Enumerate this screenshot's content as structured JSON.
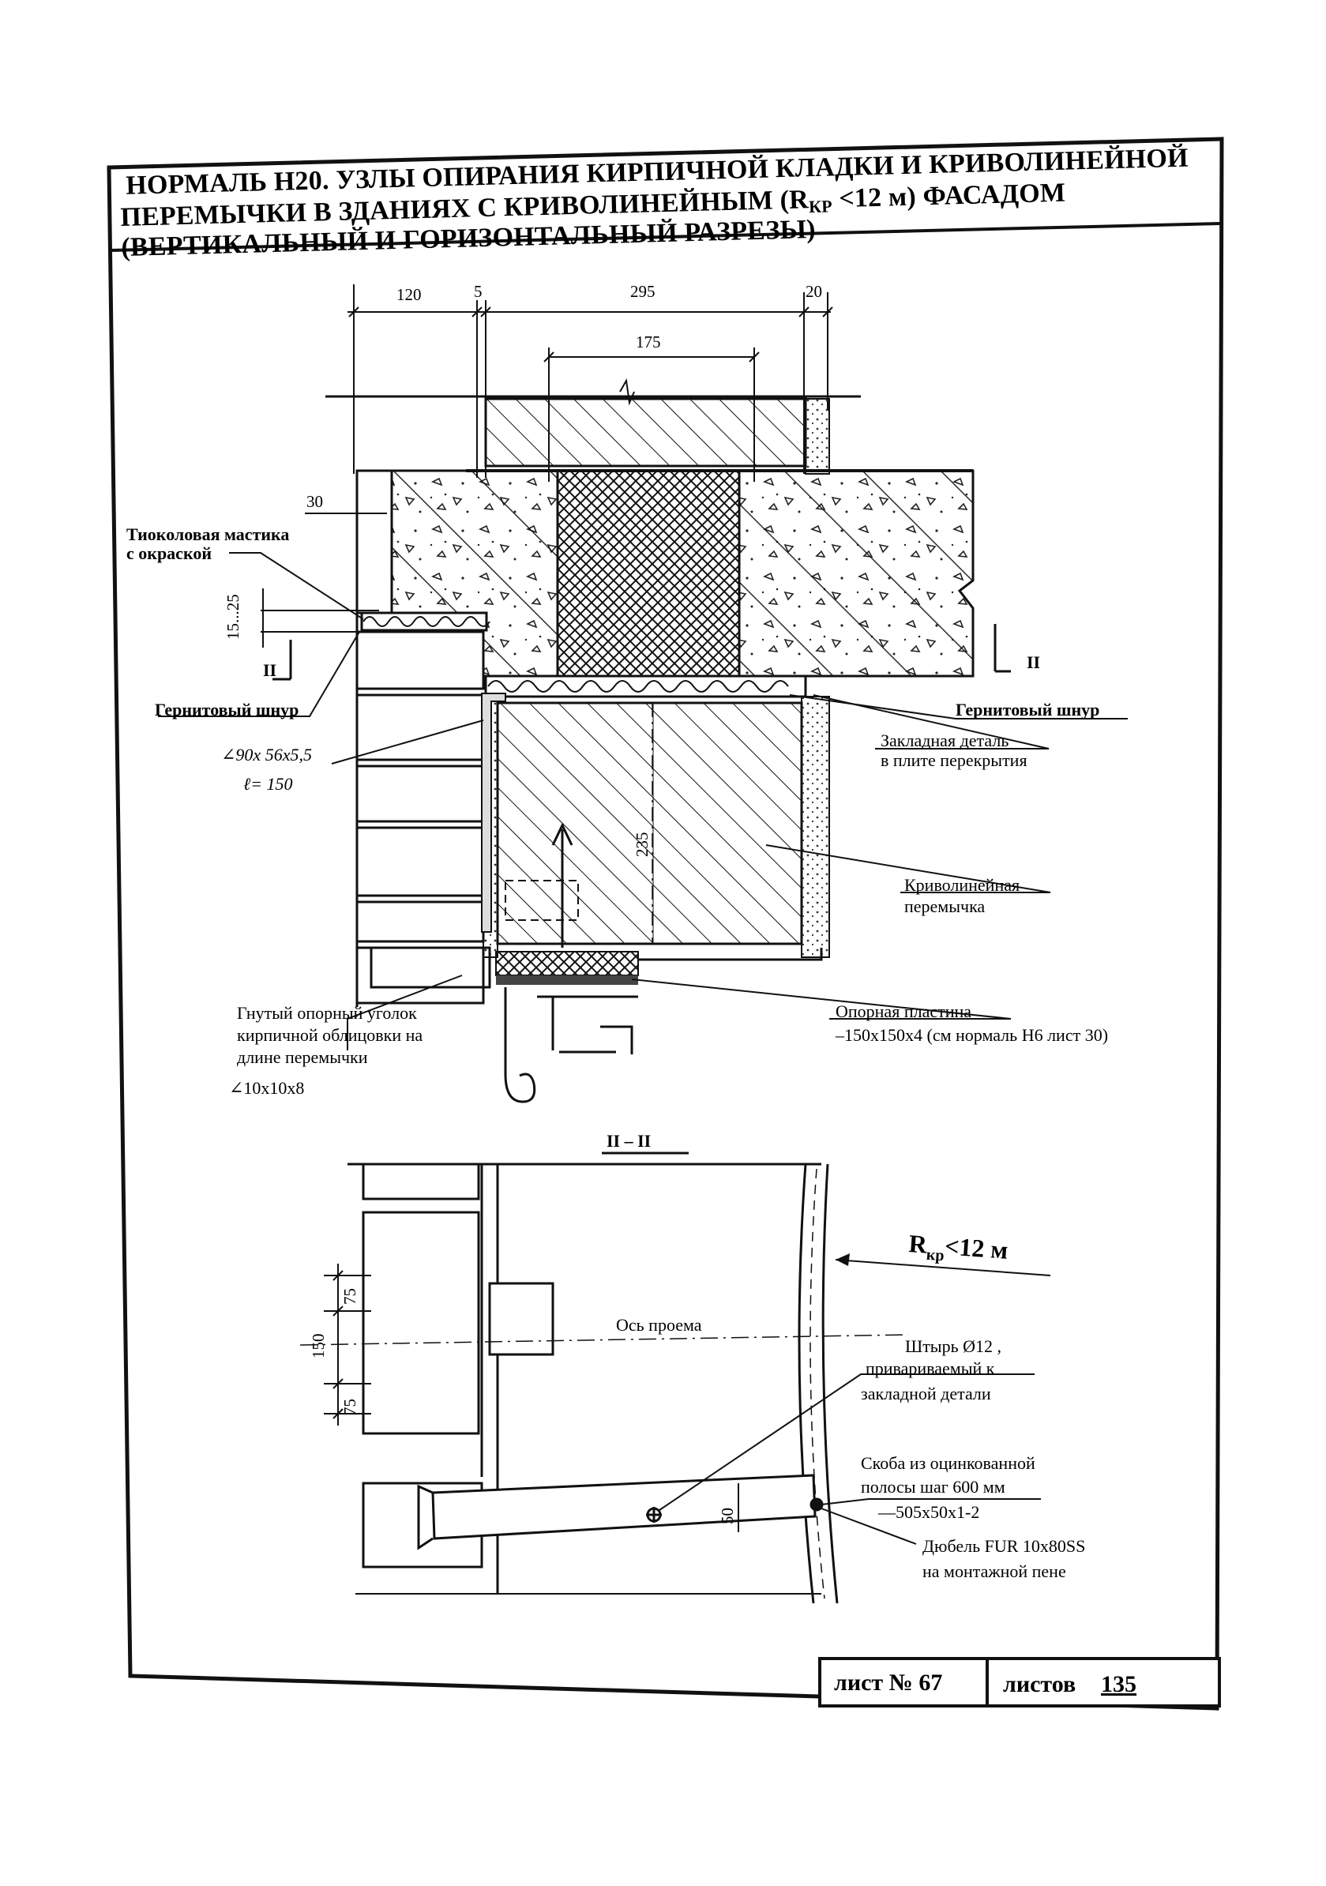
{
  "title": {
    "line1": "НОРМАЛЬ Н20. УЗЛЫ ОПИРАНИЯ КИРПИЧНОЙ КЛАДКИ И КРИВОЛИНЕЙНОЙ",
    "line2_pre": "ПЕРЕМЫЧКИ В ЗДАНИЯХ С КРИВОЛИНЕЙНЫМ (R",
    "line2_sub": "КР",
    "line2_post": " <12 м) ФАСАДОМ",
    "line3": "(ВЕРТИКАЛЬНЫЙ И ГОРИЗОНТАЛЬНЫЙ РАЗРЕЗЫ)"
  },
  "section_vertical": {
    "dims": {
      "d120": "120",
      "d5": "5",
      "d295": "295",
      "d20": "20",
      "d175": "175",
      "d30": "30",
      "d15_25": "15...25",
      "d235": "235"
    },
    "cut_mark": "II",
    "labels": {
      "mastic_1": "Тиоколовая мастика",
      "mastic_2": "с окраской",
      "cord_left": "Гернитовый шнур",
      "cord_right": "Гернитовый шнур",
      "angle_1": "∠90х 56х5,5",
      "angle_2": "ℓ= 150",
      "embedded_1": "Закладная деталь",
      "embedded_2": "в плите перекрытия",
      "lintel_1": "Криволинейная",
      "lintel_2": "перемычка",
      "bent_1": "Гнутый опорный уголок",
      "bent_2": "кирпичной облицовки на",
      "bent_3": "длине перемычки",
      "bent_4": "∠10х10х8",
      "plate_1": "Опорная пластина",
      "plate_2": "–150х150х4 (см  нормаль Н6 лист 30)"
    }
  },
  "section_horizontal": {
    "title": "II – II",
    "radius_pre": "R",
    "radius_sub": "кр",
    "radius_post": "<12 м",
    "dims": {
      "d75a": "75",
      "d150": "150",
      "d75b": "75",
      "d50": "50"
    },
    "labels": {
      "axis": "Ось проема",
      "pin_1": "Штырь Ø12 ,",
      "pin_2": "привариваемый к",
      "pin_3": "закладной детали",
      "bracket_1": "Скоба из оцинкованной",
      "bracket_2": "полосы шаг 600 мм",
      "bracket_3": "—505х50х1-2",
      "dowel_1": "Дюбель FUR 10х80SS",
      "dowel_2": "на монтажной пене"
    }
  },
  "footer": {
    "sheet_label": "лист № 67",
    "sheets_label": "листов",
    "sheets_total": "135"
  }
}
